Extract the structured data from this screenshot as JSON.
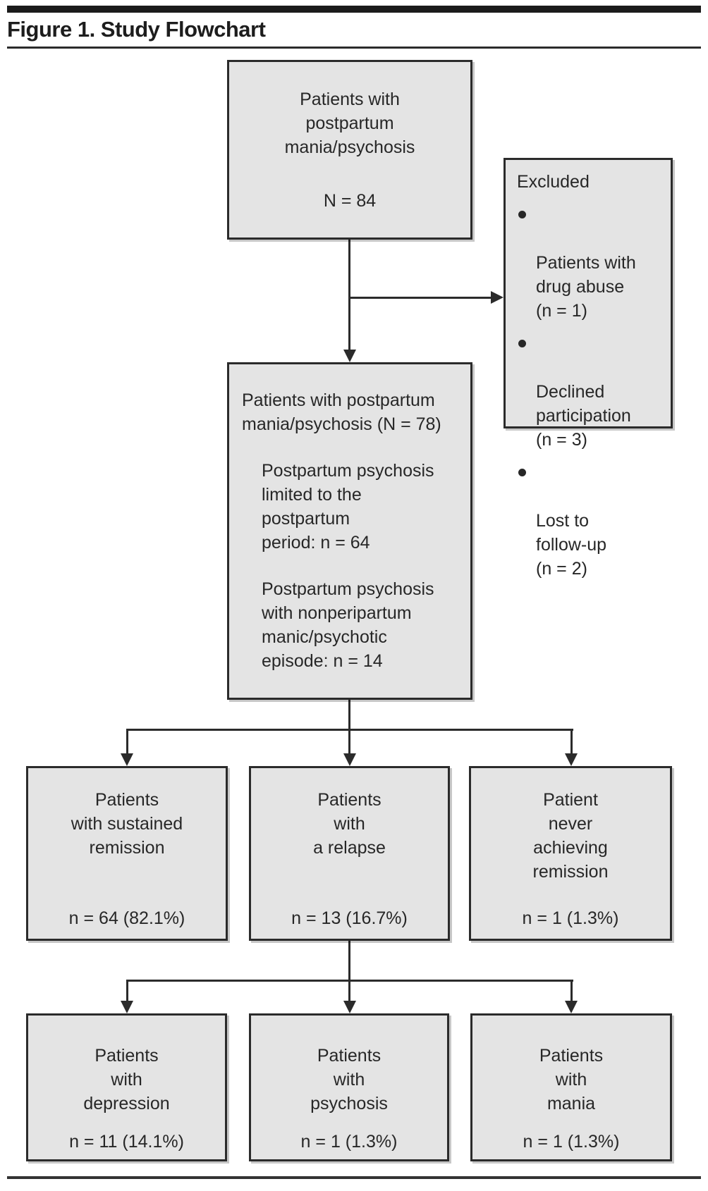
{
  "figure": {
    "title": "Figure 1. Study Flowchart"
  },
  "colors": {
    "box_fill": "#e4e4e4",
    "box_border": "#2b2b2b",
    "connector": "#2b2b2b",
    "title_bar": "#1b1b1b"
  },
  "nodes": {
    "initial": {
      "label": "Patients with\npostpartum\nmania/psychosis",
      "stat": "N = 84"
    },
    "excluded": {
      "heading": "Excluded",
      "items": [
        {
          "text": "Patients with\ndrug abuse\n(n = 1)"
        },
        {
          "text": "Declined\nparticipation\n(n = 3)"
        },
        {
          "text": "Lost to\nfollow-up\n(n = 2)"
        }
      ]
    },
    "cohort": {
      "heading": "Patients with postpartum\nmania/psychosis (N = 78)",
      "subgroup1": "Postpartum psychosis\nlimited to the\npostpartum\nperiod: n = 64",
      "subgroup2": "Postpartum psychosis\nwith nonperipartum\nmanic/psychotic\nepisode: n = 14"
    },
    "outcomes": [
      {
        "label": "Patients\nwith sustained\nremission",
        "stat": "n = 64 (82.1%)"
      },
      {
        "label": "Patients\nwith\na relapse",
        "stat": "n = 13 (16.7%)"
      },
      {
        "label": "Patient\nnever\nachieving\nremission",
        "stat": "n = 1 (1.3%)"
      }
    ],
    "relapse_types": [
      {
        "label": "Patients\nwith\ndepression",
        "stat": "n = 11 (14.1%)"
      },
      {
        "label": "Patients\nwith\npsychosis",
        "stat": "n = 1 (1.3%)"
      },
      {
        "label": "Patients\nwith\nmania",
        "stat": "n = 1 (1.3%)"
      }
    ]
  }
}
